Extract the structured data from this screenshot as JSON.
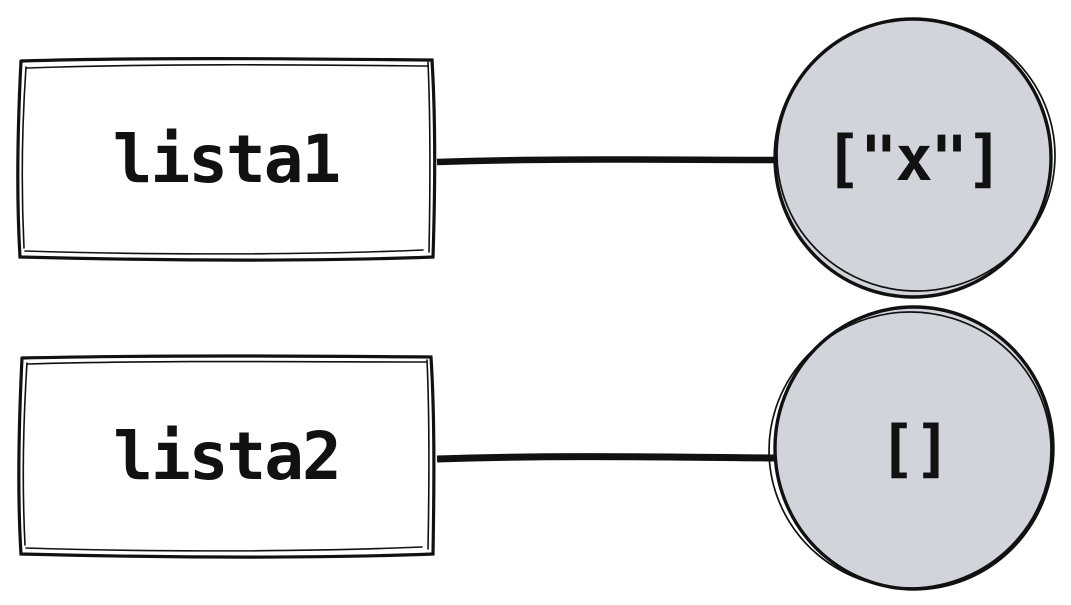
{
  "diagram": {
    "type": "variable-reference-diagram",
    "colors": {
      "ink": "#111111",
      "node_fill": "#d1d5db",
      "background": "#ffffff"
    },
    "nodes": [
      {
        "label": "lista1",
        "value": "[\"x\"]"
      },
      {
        "label": "lista2",
        "value": "[]"
      }
    ]
  }
}
